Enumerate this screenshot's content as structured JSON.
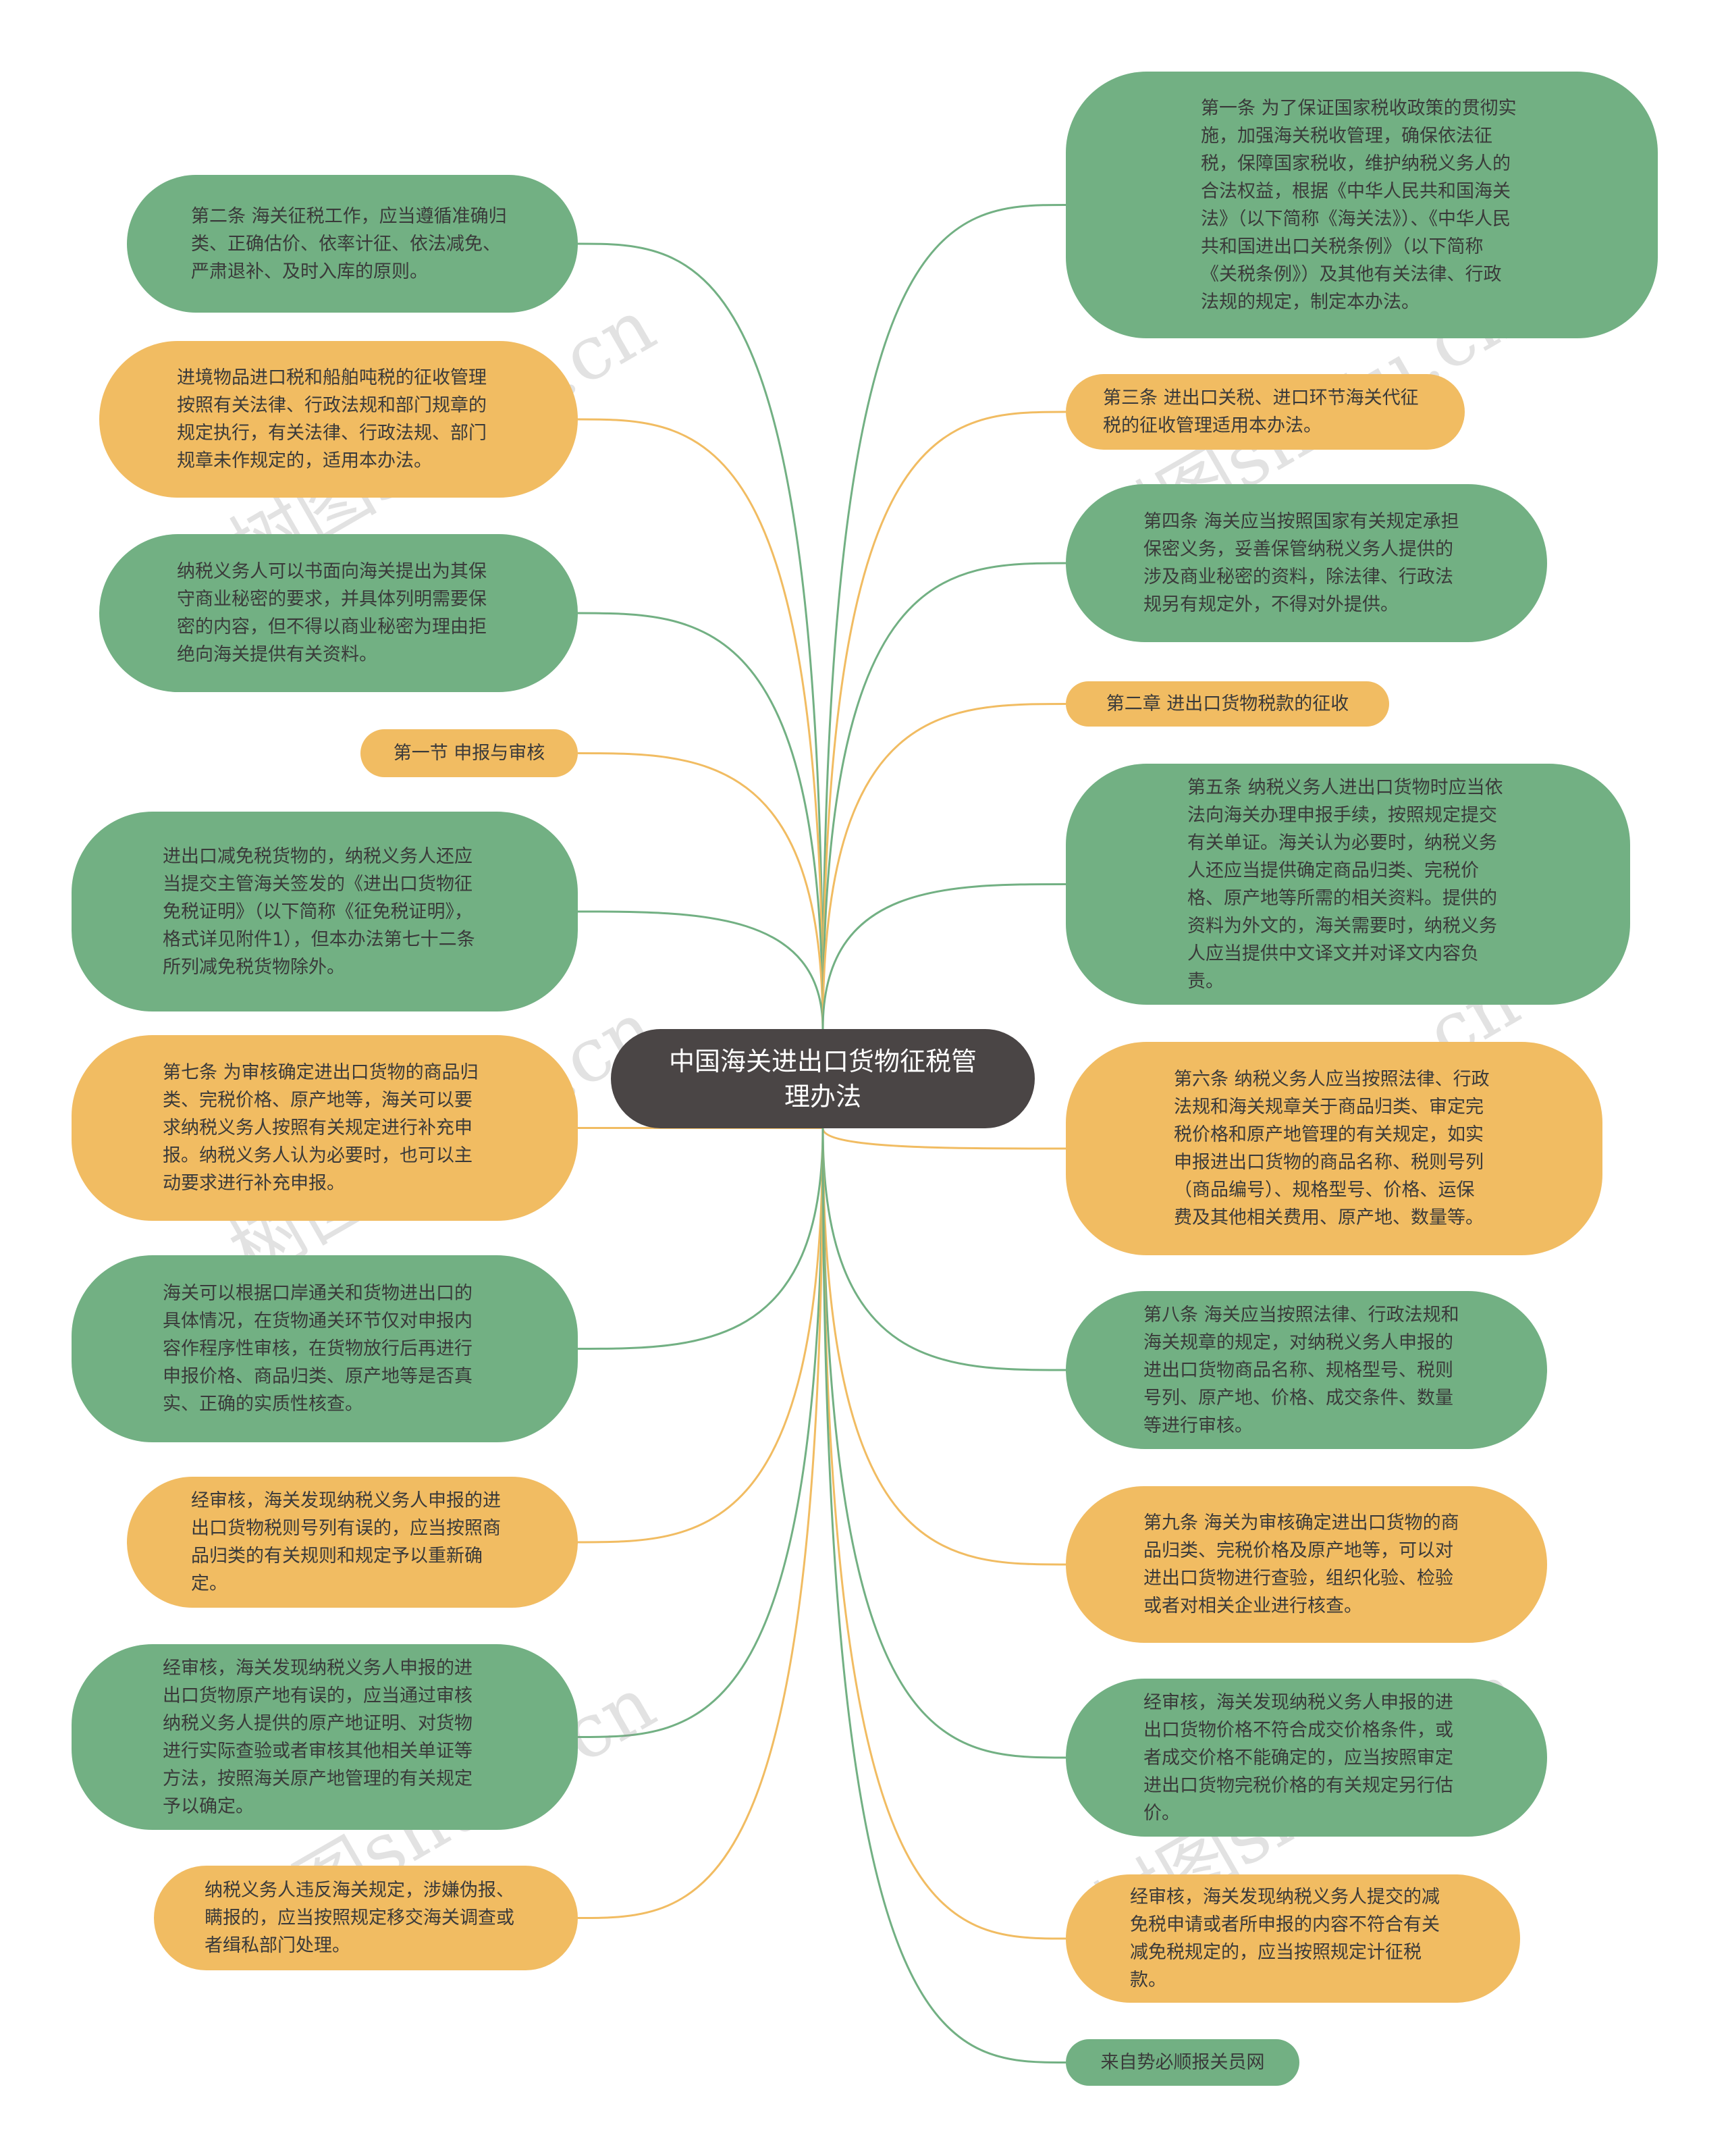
{
  "title": "中国海关进出口货物征税管理办法",
  "colors": {
    "green": "#72b083",
    "orange": "#f1bc62",
    "center": "#4a4545"
  },
  "watermark": "树图shutu.cn",
  "left": [
    {
      "text": "第二条 海关征税工作，应当遵循准确归类、正确估价、依率计征、依法减免、严肃退补、及时入库的原则。"
    },
    {
      "text": "进境物品进口税和船舶吨税的征收管理按照有关法律、行政法规和部门规章的规定执行，有关法律、行政法规、部门规章未作规定的，适用本办法。"
    },
    {
      "text": "纳税义务人可以书面向海关提出为其保守商业秘密的要求，并具体列明需要保密的内容，但不得以商业秘密为理由拒绝向海关提供有关资料。"
    },
    {
      "text": "第一节 申报与审核"
    },
    {
      "text": "进出口减免税货物的，纳税义务人还应当提交主管海关签发的《进出口货物征免税证明》（以下简称《征免税证明》，格式详见附件1），但本办法第七十二条所列减免税货物除外。"
    },
    {
      "text": "第七条 为审核确定进出口货物的商品归类、完税价格、原产地等，海关可以要求纳税义务人按照有关规定进行补充申报。纳税义务人认为必要时，也可以主动要求进行补充申报。"
    },
    {
      "text": "海关可以根据口岸通关和货物进出口的具体情况，在货物通关环节仅对申报内容作程序性审核，在货物放行后再进行申报价格、商品归类、原产地等是否真实、正确的实质性核查。"
    },
    {
      "text": "经审核，海关发现纳税义务人申报的进出口货物税则号列有误的，应当按照商品归类的有关规则和规定予以重新确定。"
    },
    {
      "text": "经审核，海关发现纳税义务人申报的进出口货物原产地有误的，应当通过审核纳税义务人提供的原产地证明、对货物进行实际查验或者审核其他相关单证等方法，按照海关原产地管理的有关规定予以确定。"
    },
    {
      "text": "纳税义务人违反海关规定，涉嫌伪报、瞒报的，应当按照规定移交海关调查或者缉私部门处理。"
    }
  ],
  "right": [
    {
      "text": "第一条 为了保证国家税收政策的贯彻实施，加强海关税收管理，确保依法征税，保障国家税收，维护纳税义务人的合法权益，根据《中华人民共和国海关法》（以下简称《海关法》）、《中华人民共和国进出口关税条例》（以下简称《关税条例》）及其他有关法律、行政法规的规定，制定本办法。"
    },
    {
      "text": "第三条 进出口关税、进口环节海关代征税的征收管理适用本办法。"
    },
    {
      "text": "第四条 海关应当按照国家有关规定承担保密义务，妥善保管纳税义务人提供的涉及商业秘密的资料，除法律、行政法规另有规定外，不得对外提供。"
    },
    {
      "text": "第二章 进出口货物税款的征收"
    },
    {
      "text": "第五条 纳税义务人进出口货物时应当依法向海关办理申报手续，按照规定提交有关单证。海关认为必要时，纳税义务人还应当提供确定商品归类、完税价格、原产地等所需的相关资料。提供的资料为外文的，海关需要时，纳税义务人应当提供中文译文并对译文内容负责。"
    },
    {
      "text": "第六条 纳税义务人应当按照法律、行政法规和海关规章关于商品归类、审定完税价格和原产地管理的有关规定，如实申报进出口货物的商品名称、税则号列（商品编号）、规格型号、价格、运保费及其他相关费用、原产地、数量等。"
    },
    {
      "text": "第八条 海关应当按照法律、行政法规和海关规章的规定，对纳税义务人申报的进出口货物商品名称、规格型号、税则号列、原产地、价格、成交条件、数量等进行审核。"
    },
    {
      "text": "第九条 海关为审核确定进出口货物的商品归类、完税价格及原产地等，可以对进出口货物进行查验，组织化验、检验或者对相关企业进行核查。"
    },
    {
      "text": "经审核，海关发现纳税义务人申报的进出口货物价格不符合成交价格条件，或者成交价格不能确定的，应当按照审定进出口货物完税价格的有关规定另行估价。"
    },
    {
      "text": "经审核，海关发现纳税义务人提交的减免税申请或者所申报的内容不符合有关减免税规定的，应当按照规定计征税款。"
    },
    {
      "text": "来自势必顺报关员网"
    }
  ]
}
